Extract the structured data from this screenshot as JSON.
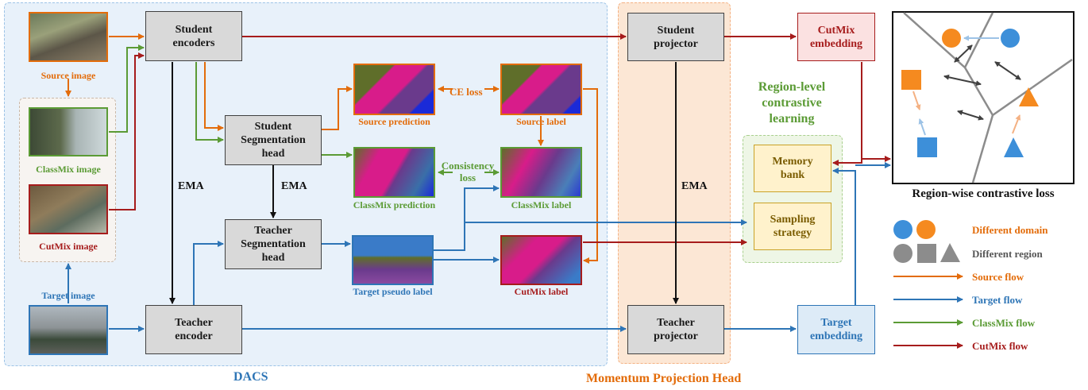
{
  "colors": {
    "orange": "#e36c0a",
    "blue": "#2e75b6",
    "green": "#5b9b35",
    "red": "#a61c1c",
    "gray_box": "#d9d9d9",
    "yellow_box": "#fff2cc",
    "shape_orange": "#f58a1f",
    "shape_blue": "#3d8fd9",
    "shape_gray": "#8c8c8c"
  },
  "regions": {
    "dacs": "DACS",
    "momentum": "Momentum Projection Head",
    "region_level": "Region-level\ncontrastive\nlearning"
  },
  "images": {
    "source": "Source image",
    "classmix": "ClassMix image",
    "cutmix": "CutMix image",
    "target": "Target image"
  },
  "modules": {
    "student_encoders": "Student\nencoders",
    "student_seg_head": "Student\nSegmentation\nhead",
    "teacher_seg_head": "Teacher\nSegmentation\nhead",
    "teacher_encoder": "Teacher\nencoder",
    "student_projector": "Student\nprojector",
    "teacher_projector": "Teacher\nprojector",
    "cutmix_embedding": "CutMix\nembedding",
    "target_embedding": "Target\nembedding",
    "memory_bank": "Memory\nbank",
    "sampling_strategy": "Sampling\nstrategy"
  },
  "predictions": {
    "source_prediction": "Source prediction",
    "source_label": "Source label",
    "classmix_prediction": "ClassMix prediction",
    "classmix_label": "ClassMix label",
    "target_pseudo_label": "Target pseudo label",
    "cutmix_label": "CutMix label"
  },
  "losses": {
    "ce": "CE loss",
    "consistency": "Consistency\nloss",
    "region_wise": "Region-wise contrastive loss"
  },
  "ema_labels": [
    "EMA",
    "EMA",
    "EMA"
  ],
  "legend": {
    "different_domain": "Different domain",
    "different_region": "Different region",
    "source_flow": "Source flow",
    "target_flow": "Target flow",
    "classmix_flow": "ClassMix flow",
    "cutmix_flow": "CutMix flow"
  }
}
